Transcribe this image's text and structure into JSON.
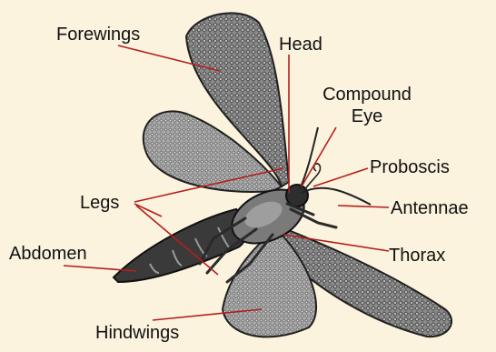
{
  "diagram": {
    "colors": {
      "background": "#fbf3dd",
      "leader_line": "#b51d1d",
      "moth_dark": "#2a2a2a",
      "moth_mid": "#6b6b6b",
      "moth_light": "#cfcfcf"
    },
    "labels": {
      "forewings": "Forewings",
      "head": "Head",
      "compound_eye_1": "Compound",
      "compound_eye_2": "Eye",
      "proboscis": "Proboscis",
      "legs": "Legs",
      "antennae": "Antennae",
      "abdomen": "Abdomen",
      "thorax": "Thorax",
      "hindwings": "Hindwings"
    }
  }
}
